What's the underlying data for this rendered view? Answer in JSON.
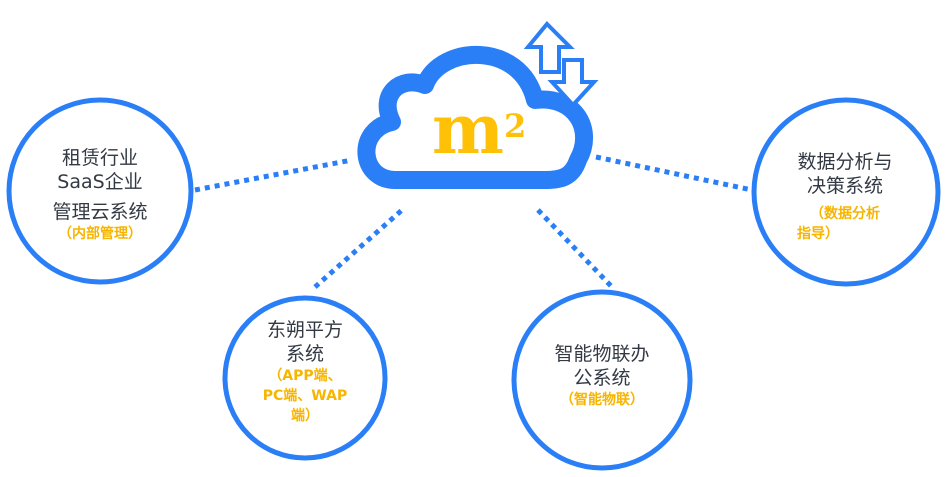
{
  "colors": {
    "accent": "#2a7ff7",
    "highlight": "#f7b500",
    "text": "#333a44"
  },
  "center": {
    "logo": "m",
    "logo_sup": "2",
    "icons": [
      "cloud-icon",
      "upload-arrow-icon",
      "download-arrow-icon"
    ]
  },
  "nodes": [
    {
      "lines": [
        "租赁行业",
        "SaaS企业",
        "管理云系统"
      ],
      "sub": [
        "（内部管理）"
      ]
    },
    {
      "lines": [
        "东朔平方",
        "系统"
      ],
      "sub": [
        "（APP端、",
        "PC端、WAP",
        "端）"
      ]
    },
    {
      "lines": [
        "智能物联办",
        "公系统"
      ],
      "sub": [
        "（智能物联）"
      ]
    },
    {
      "lines": [
        "数据分析与",
        "决策系统"
      ],
      "sub": [
        "（数据分析",
        "指导）"
      ]
    }
  ]
}
